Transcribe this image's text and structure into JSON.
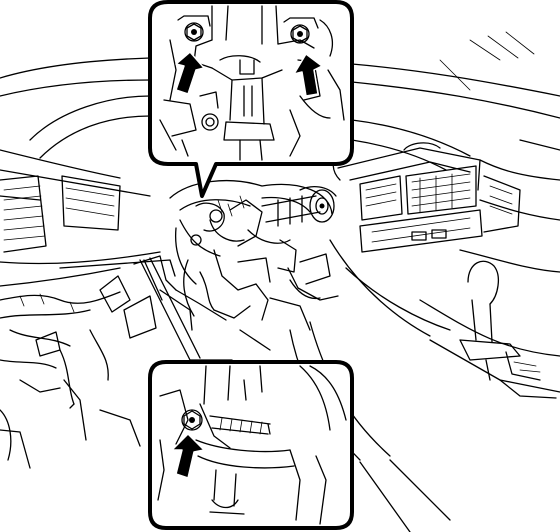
{
  "figure": {
    "callouts": [
      {
        "name": "upper-detail-callout",
        "arrows": 2
      },
      {
        "name": "lower-detail-callout",
        "arrows": 1
      }
    ],
    "colors": {
      "line": "#000000",
      "background": "#ffffff",
      "arrow": "#000000"
    }
  }
}
